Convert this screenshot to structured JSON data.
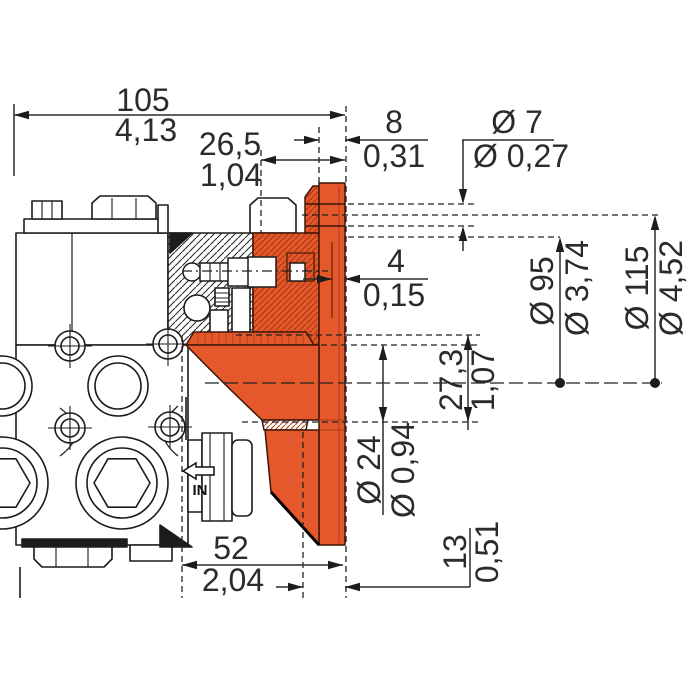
{
  "drawing": {
    "type": "technical-dimension-drawing",
    "subject": "high-pressure pump with mounting flange, side cross-section with metric and inch dimensions",
    "port_label": "IN",
    "dims": {
      "d105": {
        "mm": "105",
        "inch": "4,13"
      },
      "d26_5": {
        "mm": "26,5",
        "inch": "1,04"
      },
      "d8": {
        "mm": "8",
        "inch": "0,31"
      },
      "d7": {
        "mm": "Ø 7",
        "inch": "Ø 0,27"
      },
      "d4": {
        "mm": "4",
        "inch": "0,15"
      },
      "d95": {
        "mm": "Ø 95",
        "inch": "Ø 3,74"
      },
      "d115": {
        "mm": "Ø 115",
        "inch": "Ø 4,52"
      },
      "d27_3": {
        "mm": "27,3",
        "inch": "1,07"
      },
      "d24": {
        "mm": "Ø 24",
        "inch": "Ø 0,94"
      },
      "d52": {
        "mm": "52",
        "inch": "2,04"
      },
      "d13": {
        "mm": "13",
        "inch": "0,51"
      }
    },
    "colors": {
      "flange": "#e4582b",
      "flange_edge": "#3f1606",
      "flange_hatch": "#a8380e",
      "line": "#1c1c1c",
      "text": "#2b2b2b",
      "background": "#ffffff"
    }
  }
}
